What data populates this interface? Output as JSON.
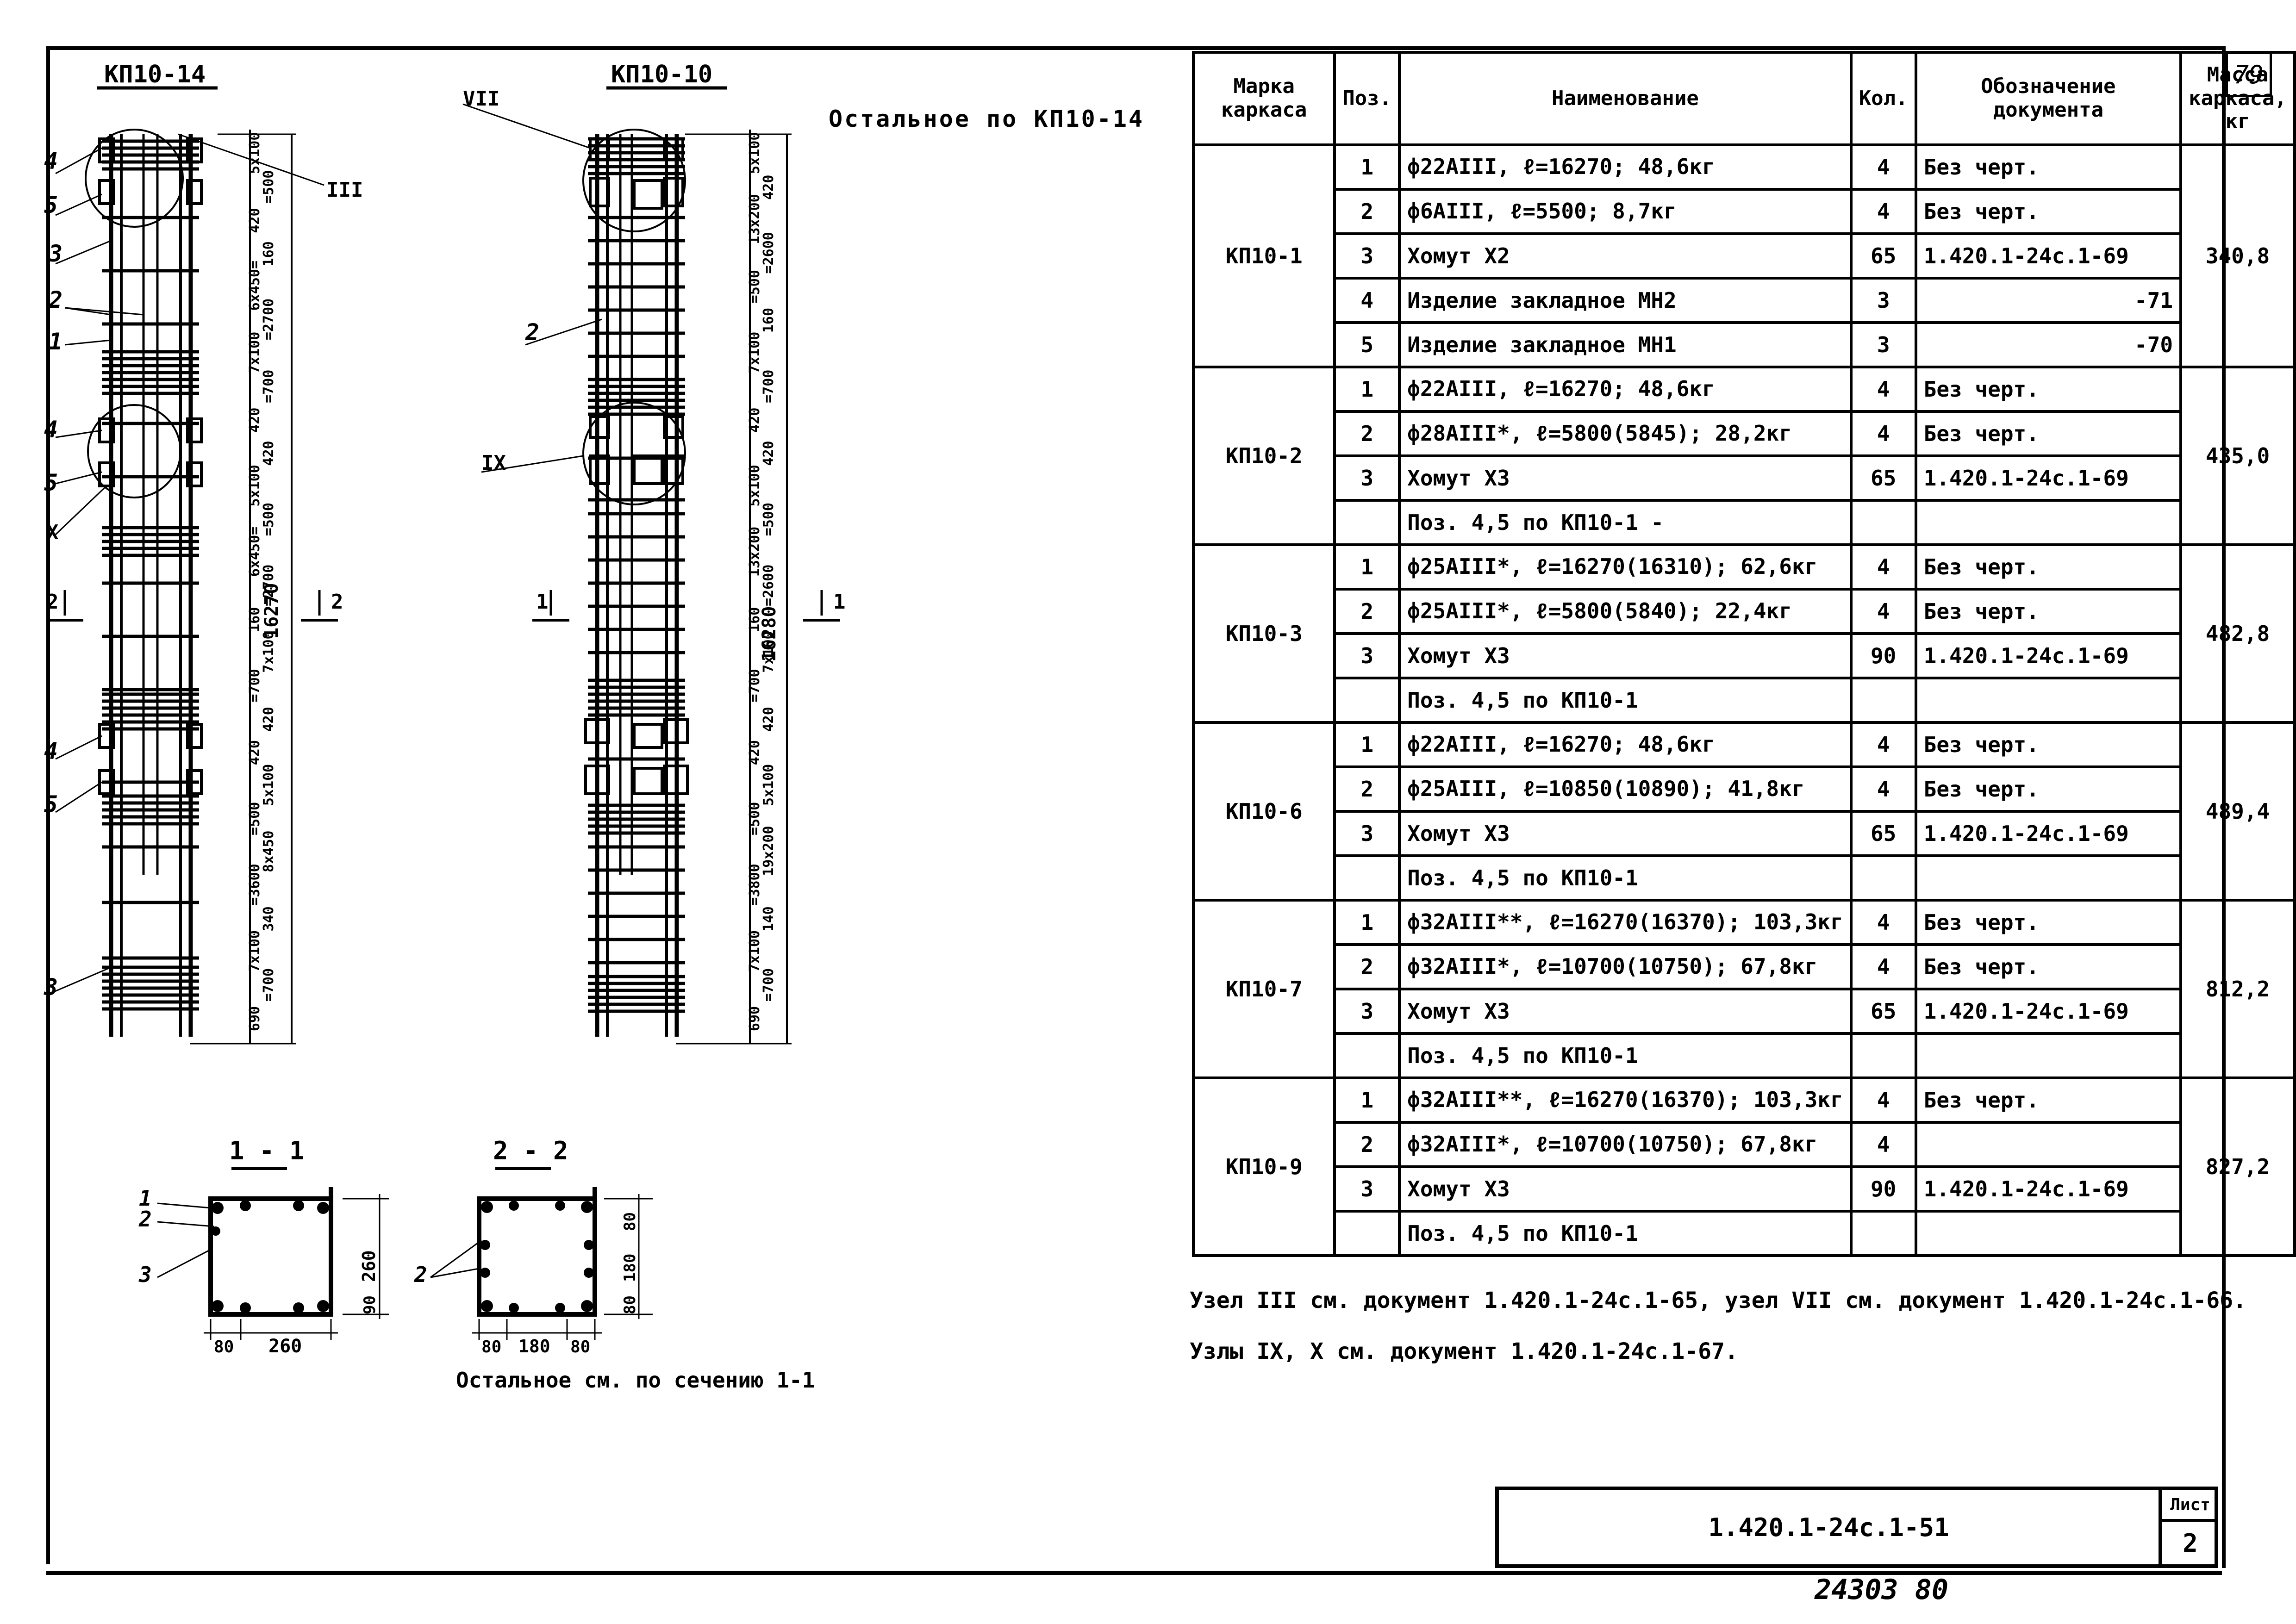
{
  "sheet_corner_number": "79",
  "drawing": {
    "frame_a_title": "КП10-14",
    "frame_b_title": "КП10-10",
    "remainder_note": "Остальное по КП10-14",
    "node_iii": "III",
    "node_vii": "VII",
    "node_ix": "IX",
    "node_x": "X",
    "pos": [
      "1",
      "2",
      "3",
      "4",
      "5"
    ],
    "cut_1": "1",
    "cut_2": "2",
    "dims_a": [
      "5x100",
      "=500",
      "420",
      "160",
      "6x450=",
      "=2700",
      "7x100",
      "=700",
      "420",
      "420",
      "5x100",
      "=500",
      "6x450=",
      "=2700",
      "160",
      "7x100",
      "=700",
      "420",
      "420",
      "5x100",
      "=500",
      "8x450",
      "=3600",
      "340",
      "7x100",
      "=700",
      "690"
    ],
    "overall_a": "16270",
    "dims_b": [
      "5x100",
      "420",
      "13x200",
      "=2600",
      "=500",
      "160",
      "7x100",
      "=700",
      "420",
      "420",
      "5x100",
      "=500",
      "13x200",
      "=2600",
      "160",
      "7x100",
      "=700",
      "420",
      "420",
      "5x100",
      "=500",
      "19x200",
      "=3800",
      "140",
      "7x100",
      "=700",
      "690"
    ],
    "overall_b": "16280",
    "section_11_title": "1 - 1",
    "section_22_title": "2 - 2",
    "sec11_dims": [
      "80",
      "260",
      "260",
      "90"
    ],
    "sec22_dims": [
      "80",
      "180",
      "80",
      "80",
      "180",
      "80"
    ],
    "section_note": "Остальное см. по сечению 1-1"
  },
  "table": {
    "headers": [
      "Марка каркаса",
      "Поз.",
      "Наименование",
      "Кол.",
      "Обозначение документа",
      "Масса каркаса, кг"
    ],
    "groups": [
      {
        "mark": "КП10-1",
        "mass": "340,8",
        "rows": [
          [
            "1",
            "ф22АIII, ℓ=16270; 48,6кг",
            "4",
            "Без черт."
          ],
          [
            "2",
            "ф6АIII, ℓ=5500; 8,7кг",
            "4",
            "Без черт."
          ],
          [
            "3",
            "Хомут Х2",
            "65",
            "1.420.1-24с.1-69"
          ],
          [
            "4",
            "Изделие закладное МН2",
            "3",
            "-71"
          ],
          [
            "5",
            "Изделие закладное МН1",
            "3",
            "-70"
          ]
        ]
      },
      {
        "mark": "КП10-2",
        "mass": "435,0",
        "rows": [
          [
            "1",
            "ф22АIII, ℓ=16270; 48,6кг",
            "4",
            "Без черт."
          ],
          [
            "2",
            "ф28АIII*, ℓ=5800(5845); 28,2кг",
            "4",
            "Без черт."
          ],
          [
            "3",
            "Хомут Х3",
            "65",
            "1.420.1-24с.1-69"
          ],
          [
            "",
            "Поз. 4,5 по КП10-1 -",
            "",
            ""
          ]
        ]
      },
      {
        "mark": "КП10-3",
        "mass": "482,8",
        "rows": [
          [
            "1",
            "ф25АIII*, ℓ=16270(16310); 62,6кг",
            "4",
            "Без черт."
          ],
          [
            "2",
            "ф25АIII*, ℓ=5800(5840); 22,4кг",
            "4",
            "Без черт."
          ],
          [
            "3",
            "Хомут Х3",
            "90",
            "1.420.1-24с.1-69"
          ],
          [
            "",
            "Поз. 4,5 по КП10-1",
            "",
            ""
          ]
        ]
      },
      {
        "mark": "КП10-6",
        "mass": "489,4",
        "rows": [
          [
            "1",
            "ф22АIII, ℓ=16270; 48,6кг",
            "4",
            "Без черт."
          ],
          [
            "2",
            "ф25АIII, ℓ=10850(10890); 41,8кг",
            "4",
            "Без черт."
          ],
          [
            "3",
            "Хомут Х3",
            "65",
            "1.420.1-24с.1-69"
          ],
          [
            "",
            "Поз. 4,5 по КП10-1",
            "",
            ""
          ]
        ]
      },
      {
        "mark": "КП10-7",
        "mass": "812,2",
        "rows": [
          [
            "1",
            "ф32АIII**, ℓ=16270(16370); 103,3кг",
            "4",
            "Без черт."
          ],
          [
            "2",
            "ф32АIII*, ℓ=10700(10750); 67,8кг",
            "4",
            "Без черт."
          ],
          [
            "3",
            "Хомут Х3",
            "65",
            "1.420.1-24с.1-69"
          ],
          [
            "",
            "Поз. 4,5 по КП10-1",
            "",
            ""
          ]
        ]
      },
      {
        "mark": "КП10-9",
        "mass": "827,2",
        "rows": [
          [
            "1",
            "ф32АIII**, ℓ=16270(16370); 103,3кг",
            "4",
            "Без черт."
          ],
          [
            "2",
            "ф32АIII*, ℓ=10700(10750); 67,8кг",
            "4",
            ""
          ],
          [
            "3",
            "Хомут Х3",
            "90",
            "1.420.1-24с.1-69"
          ],
          [
            "",
            "Поз. 4,5 по КП10-1",
            "",
            ""
          ]
        ]
      }
    ]
  },
  "notes": [
    "Узел III см. документ 1.420.1-24с.1-65, узел VII см. документ 1.420.1-24с.1-66.",
    "Узлы IX, X см. документ 1.420.1-24с.1-67."
  ],
  "title_block": {
    "code": "1.420.1-24с.1-51",
    "sheet_label": "Лист",
    "sheet_number": "2"
  },
  "handwritten": "24303 80"
}
